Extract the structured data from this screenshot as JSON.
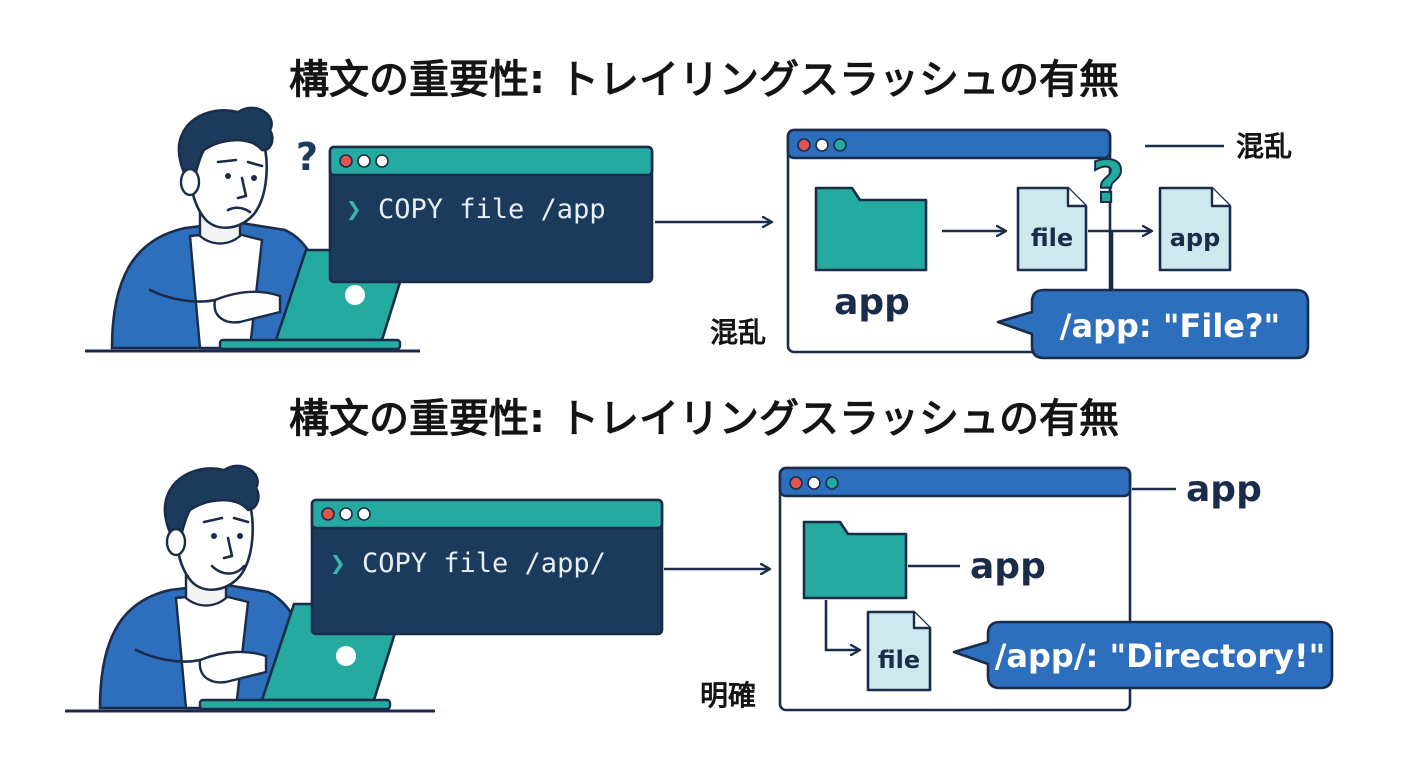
{
  "top": {
    "title": "構文の重要性: トレイリングスラッシュの有無",
    "command_prompt": "❯",
    "command": "COPY file /app",
    "folder_label": "app",
    "file_label": "file",
    "target_label": "app",
    "bubble": "/app: \"File?\"",
    "side_label_right": "混乱",
    "side_label_bottom": "混乱",
    "question_mark": "?"
  },
  "bottom": {
    "title": "構文の重要性: トレイリングスラッシュの有無",
    "command_prompt": "❯",
    "command": "COPY file /app/",
    "folder_label": "app",
    "file_label": "file",
    "window_label": "app",
    "bubble": "/app/: \"Directory!\"",
    "side_label_bottom": "明確"
  },
  "colors": {
    "teal": "#25aaa0",
    "navy": "#1b3a5c",
    "blue": "#2d6fbd",
    "light": "#cde9ee",
    "ink": "#1b2c4a"
  }
}
